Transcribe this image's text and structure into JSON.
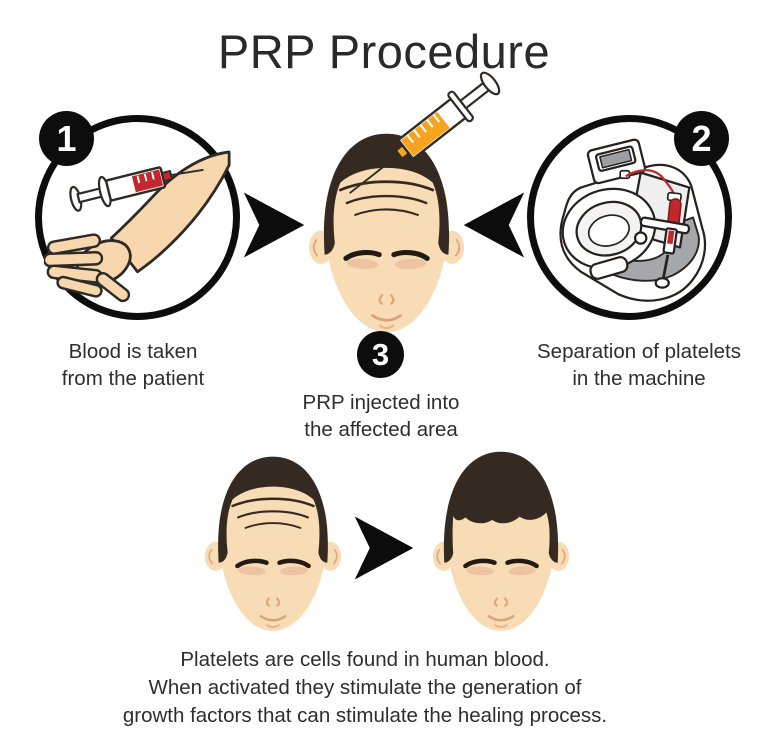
{
  "title": "PRP Procedure",
  "steps": {
    "1": {
      "number": "1",
      "line1": "Blood is taken",
      "line2": "from the patient"
    },
    "2": {
      "number": "2",
      "line1": "Separation of platelets",
      "line2": "in the machine"
    },
    "3": {
      "number": "3",
      "line1": "PRP injected into",
      "line2": "the affected area"
    }
  },
  "footer": {
    "line1": "Platelets are cells found in human blood.",
    "line2": "When activated they stimulate the generation of",
    "line3": "growth factors that can stimulate the healing process."
  },
  "illustrations": {
    "step1": "arm-blood-draw-syringe",
    "step2": "centrifuge-machine",
    "step3": "balding-head-scalp-injection",
    "before": "balding-head",
    "after": "head-with-restored-hair",
    "arrows": "right-chevron-arrow"
  },
  "colors": {
    "background": "#ffffff",
    "text": "#2e2e2e",
    "outline": "#0d0d0d",
    "skin": "#f8dcb6",
    "hair": "#342a21",
    "blood_red": "#c1272d",
    "prp_orange": "#f6a41f",
    "machine_gray": "#a5a7aa"
  }
}
